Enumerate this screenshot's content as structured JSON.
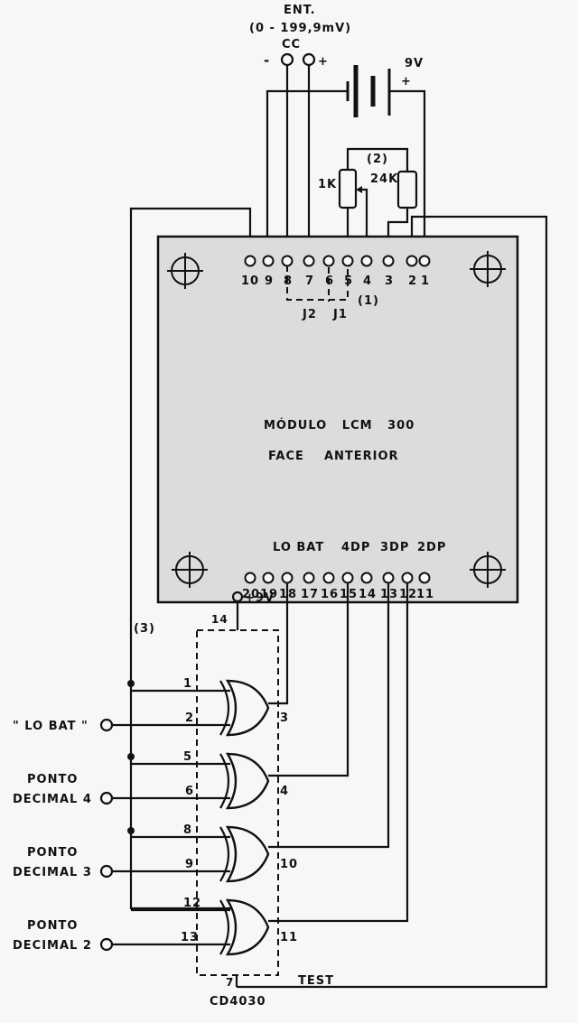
{
  "input": {
    "title": "ENT.",
    "range": "(0 - 199,9mV)",
    "cc": "CC",
    "minus": "-",
    "plus": "+"
  },
  "battery": {
    "voltage": "9V",
    "plus": "+"
  },
  "pots": {
    "group": "(2)",
    "r1": "1K",
    "r2": "24K"
  },
  "module": {
    "line1": "MÓDULO   LCM   300",
    "line2": "FACE    ANTERIOR",
    "top_pins": [
      "10",
      "9",
      "8",
      "7",
      "6",
      "5",
      "4",
      "3",
      "2",
      "1"
    ],
    "bottom_pins": [
      "20",
      "19",
      "18",
      "17",
      "16",
      "15",
      "14",
      "13",
      "12",
      "11"
    ],
    "j2": "J2",
    "j1": "J1",
    "j_note": "(1)",
    "lo_bat": "LO BAT",
    "dp4": "4DP",
    "dp3": "3DP",
    "dp2": "2DP"
  },
  "ic": {
    "name": "CD4030",
    "vdd": "+9V",
    "vdd_pin": "14",
    "gnd_pin": "7",
    "test": "TEST",
    "note3": "(3)",
    "gates": [
      {
        "in1": "1",
        "in2": "2",
        "out": "3"
      },
      {
        "in1": "5",
        "in2": "6",
        "out": "4"
      },
      {
        "in1": "8",
        "in2": "9",
        "out": "10"
      },
      {
        "in1": "12",
        "in2": "13",
        "out": "11"
      }
    ]
  },
  "inputs": [
    {
      "line1": "\" LO BAT \"",
      "line2": ""
    },
    {
      "line1": "PONTO",
      "line2": "DECIMAL 4"
    },
    {
      "line1": "PONTO",
      "line2": "DECIMAL 3"
    },
    {
      "line1": "PONTO",
      "line2": "DECIMAL 2"
    }
  ]
}
